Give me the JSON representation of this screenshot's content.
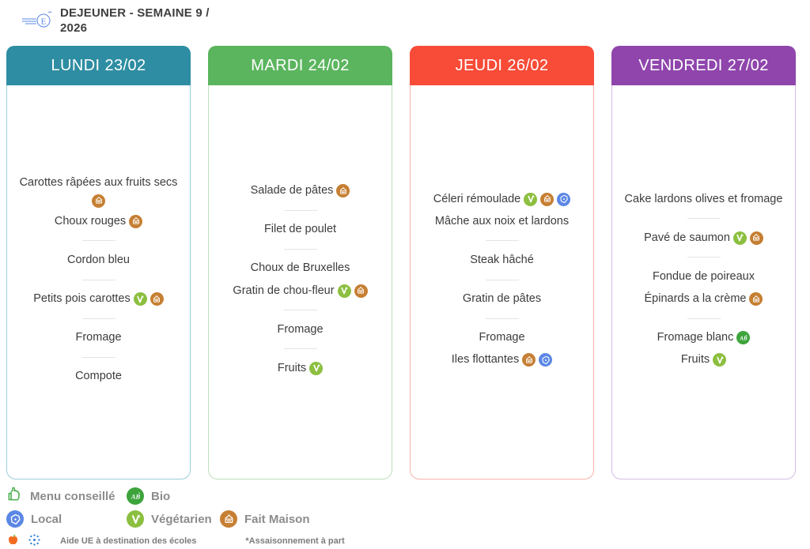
{
  "header": {
    "title": "DEJEUNER - SEMAINE 9 / 2026",
    "logo_letter": "E"
  },
  "badge_colors": {
    "fait_maison": "#C67F33",
    "vegetarien": "#8CBF3F",
    "bio": "#3DA43C",
    "local": "#5B87E5"
  },
  "columns": [
    {
      "title": "LUNDI 23/02",
      "header_color": "#2E8DA2",
      "border_color": "#9CCFDB",
      "groups": [
        [
          {
            "text": "Carottes râpées aux fruits secs",
            "badges": [
              "fait-maison"
            ]
          },
          {
            "text": "Choux rouges",
            "badges": [
              "fait-maison"
            ]
          }
        ],
        [
          {
            "text": "Cordon bleu",
            "badges": []
          }
        ],
        [
          {
            "text": "Petits pois carottes",
            "badges": [
              "vegetarien",
              "fait-maison"
            ]
          }
        ],
        [
          {
            "text": "Fromage",
            "badges": []
          }
        ],
        [
          {
            "text": "Compote",
            "badges": []
          }
        ]
      ]
    },
    {
      "title": "MARDI 24/02",
      "header_color": "#5BB55E",
      "border_color": "#BCE0BD",
      "groups": [
        [
          {
            "text": "Salade de pâtes",
            "badges": [
              "fait-maison"
            ]
          }
        ],
        [
          {
            "text": "Filet de poulet",
            "badges": []
          }
        ],
        [
          {
            "text": "Choux de Bruxelles",
            "badges": []
          },
          {
            "text": "Gratin de chou-fleur",
            "badges": [
              "vegetarien",
              "fait-maison"
            ]
          }
        ],
        [
          {
            "text": "Fromage",
            "badges": []
          }
        ],
        [
          {
            "text": "Fruits",
            "badges": [
              "vegetarien"
            ]
          }
        ]
      ]
    },
    {
      "title": "JEUDI 26/02",
      "header_color": "#F84B38",
      "border_color": "#F6B3AC",
      "groups": [
        [
          {
            "text": "Céleri rémoulade",
            "badges": [
              "vegetarien",
              "fait-maison",
              "local"
            ]
          },
          {
            "text": "Mâche aux noix et lardons",
            "badges": []
          }
        ],
        [
          {
            "text": "Steak hâché",
            "badges": []
          }
        ],
        [
          {
            "text": "Gratin de pâtes",
            "badges": []
          }
        ],
        [
          {
            "text": "Fromage",
            "badges": []
          },
          {
            "text": "Iles flottantes",
            "badges": [
              "fait-maison",
              "local"
            ]
          }
        ]
      ]
    },
    {
      "title": "VENDREDI 27/02",
      "header_color": "#8F45AC",
      "border_color": "#D4BBE7",
      "groups": [
        [
          {
            "text": "Cake lardons olives et fromage",
            "badges": []
          }
        ],
        [
          {
            "text": "Pavé de saumon",
            "badges": [
              "vegetarien",
              "fait-maison"
            ]
          }
        ],
        [
          {
            "text": "Fondue de poireaux",
            "badges": []
          },
          {
            "text": "Épinards a la crème",
            "badges": [
              "fait-maison"
            ]
          }
        ],
        [
          {
            "text": "Fromage blanc",
            "badges": [
              "bio"
            ]
          },
          {
            "text": "Fruits",
            "badges": [
              "vegetarien"
            ]
          }
        ]
      ]
    }
  ],
  "legend": {
    "items": [
      {
        "icon": "thumbs-up-icon",
        "label": "Menu conseillé"
      },
      {
        "icon": "bio-badge",
        "label": "Bio"
      },
      {
        "icon": "local-badge",
        "label": "Local"
      },
      {
        "icon": "vegetarien-badge",
        "label": "Végétarien"
      },
      {
        "icon": "fait-maison-badge",
        "label": "Fait Maison"
      }
    ],
    "footnotes": {
      "eu_aid": "Aide UE à destination des écoles",
      "seasoning": "*Assaisonnement à part"
    }
  }
}
